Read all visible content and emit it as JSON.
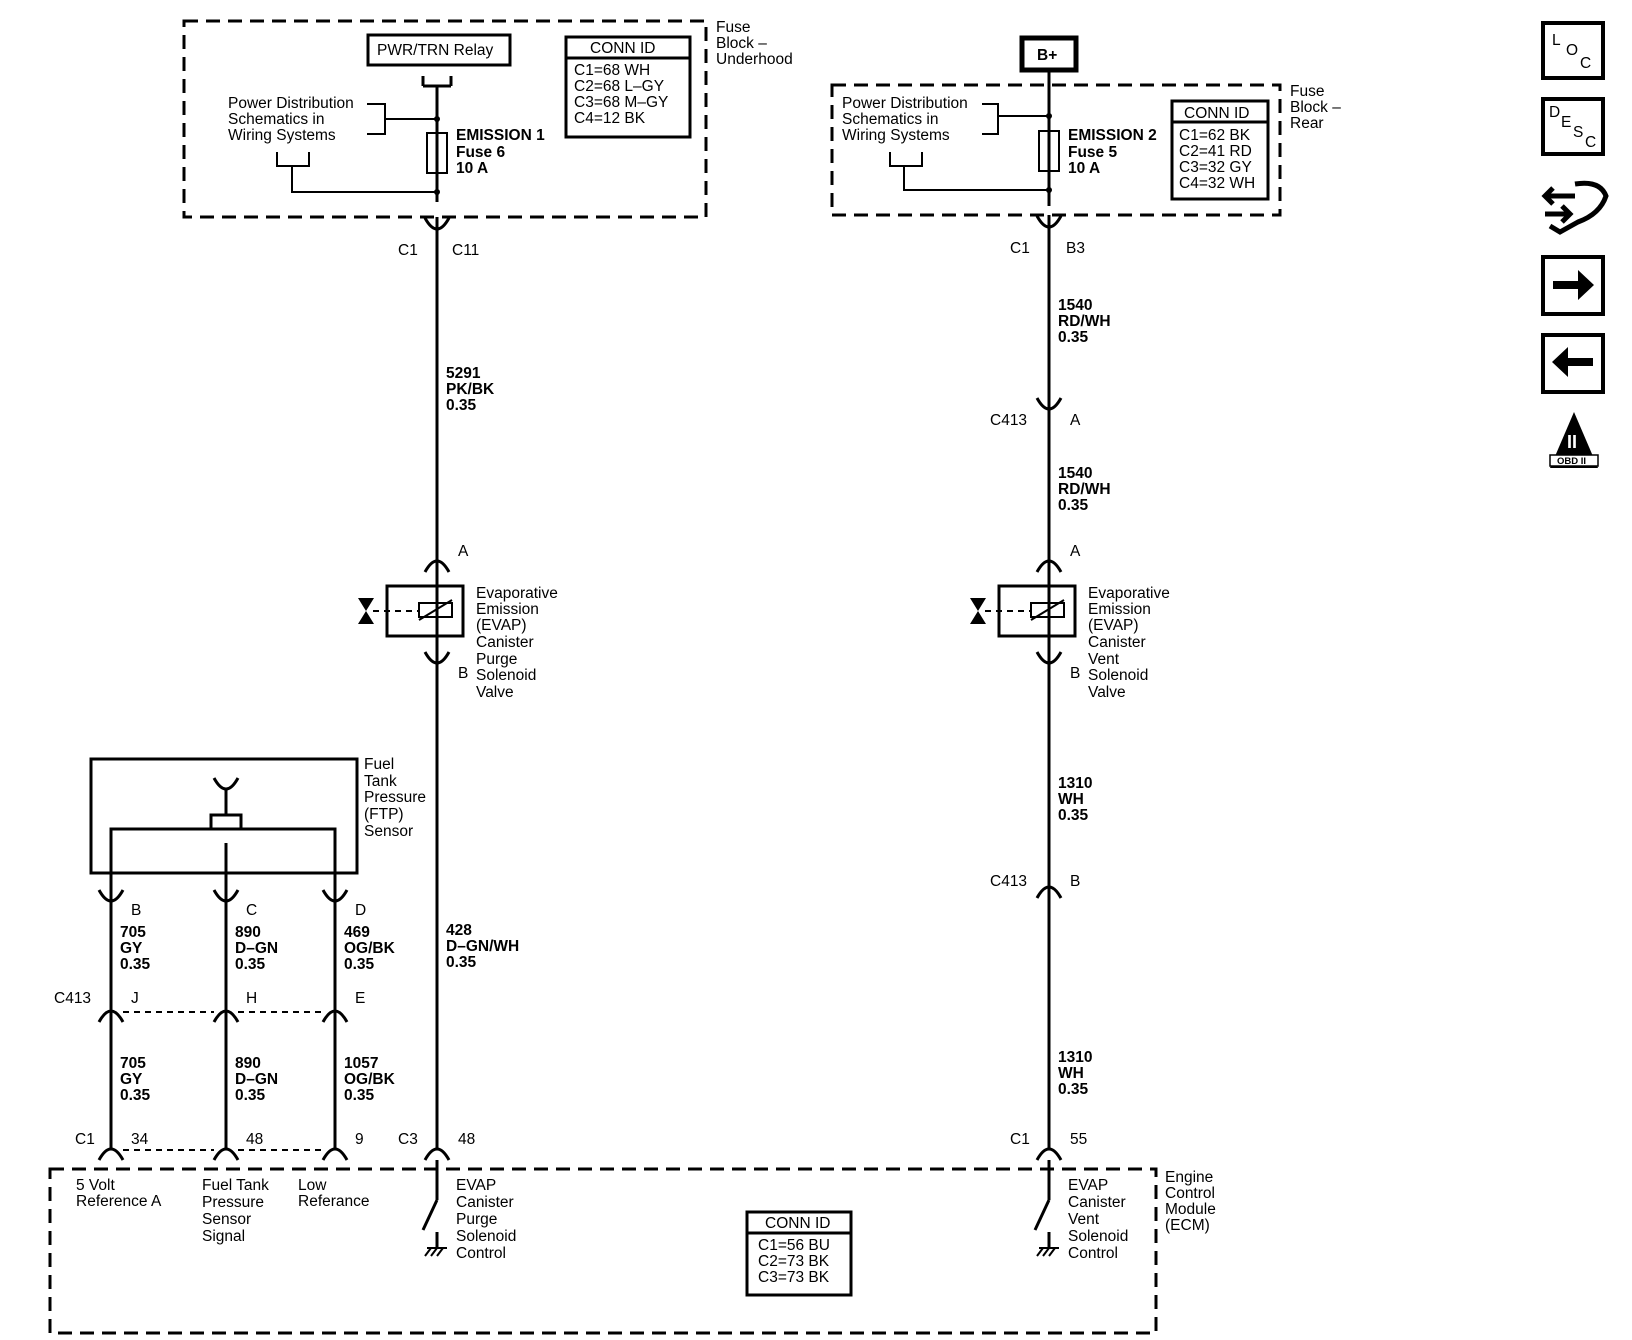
{
  "fuse_block_underhood": {
    "title_lines": [
      "Fuse",
      "Block –",
      "Underhood"
    ],
    "relay": "PWR/TRN Relay",
    "pd_ref_lines": [
      "Power Distribution",
      "Schematics in",
      "Wiring Systems"
    ],
    "fuse_lines": [
      "EMISSION 1",
      "Fuse 6",
      "10 A"
    ],
    "conn_title": "CONN ID",
    "conn_lines": [
      "C1=68 WH",
      "C2=68 L–GY",
      "C3=68 M–GY",
      "C4=12 BK"
    ]
  },
  "fuse_block_rear": {
    "title_lines": [
      "Fuse",
      "Block –",
      "Rear"
    ],
    "battery": "B+",
    "pd_ref_lines": [
      "Power Distribution",
      "Schematics in",
      "Wiring Systems"
    ],
    "fuse_lines": [
      "EMISSION 2",
      "Fuse 5",
      "10 A"
    ],
    "conn_title": "CONN ID",
    "conn_lines": [
      "C1=62 BK",
      "C2=41 RD",
      "C3=32 GY",
      "C4=32 WH"
    ]
  },
  "left_circuit": {
    "fb_conn": "C1",
    "fb_pin": "C11",
    "wire1_lines": [
      "5291",
      "PK/BK",
      "0.35"
    ],
    "sol_pin_a": "A",
    "sol_pin_b": "B",
    "solenoid_lines": [
      "Evaporative",
      "Emission",
      "(EVAP)",
      "Canister",
      "Purge",
      "Solenoid",
      "Valve"
    ],
    "wire2_lines": [
      "428",
      "D–GN/WH",
      "0.35"
    ],
    "ecm_conn": "C3",
    "ecm_pin": "48"
  },
  "right_circuit": {
    "fb_conn": "C1",
    "fb_pin": "B3",
    "wire1_lines": [
      "1540",
      "RD/WH",
      "0.35"
    ],
    "c413_a_label": "C413",
    "c413_a_pin": "A",
    "wire2_lines": [
      "1540",
      "RD/WH",
      "0.35"
    ],
    "sol_pin_a": "A",
    "sol_pin_b": "B",
    "solenoid_lines": [
      "Evaporative",
      "Emission",
      "(EVAP)",
      "Canister",
      "Vent",
      "Solenoid",
      "Valve"
    ],
    "wire3_lines": [
      "1310",
      "WH",
      "0.35"
    ],
    "c413_b_label": "C413",
    "c413_b_pin": "B",
    "wire4_lines": [
      "1310",
      "WH",
      "0.35"
    ],
    "ecm_conn": "C1",
    "ecm_pin": "55"
  },
  "ftp_sensor": {
    "title_lines": [
      "Fuel",
      "Tank",
      "Pressure",
      "(FTP)",
      "Sensor"
    ],
    "pins": [
      "B",
      "C",
      "D"
    ],
    "upper_wires": [
      {
        "lines": [
          "705",
          "GY",
          "0.35"
        ]
      },
      {
        "lines": [
          "890",
          "D–GN",
          "0.35"
        ]
      },
      {
        "lines": [
          "469",
          "OG/BK",
          "0.35"
        ]
      }
    ],
    "c413_label": "C413",
    "c413_pins": [
      "J",
      "H",
      "E"
    ],
    "lower_wires": [
      {
        "lines": [
          "705",
          "GY",
          "0.35"
        ]
      },
      {
        "lines": [
          "890",
          "D–GN",
          "0.35"
        ]
      },
      {
        "lines": [
          "1057",
          "OG/BK",
          "0.35"
        ]
      }
    ],
    "ecm_conn": "C1",
    "ecm_pins": [
      "34",
      "48",
      "9"
    ]
  },
  "ecm": {
    "title_lines": [
      "Engine",
      "Control",
      "Module",
      "(ECM)"
    ],
    "five_volt_lines": [
      "5 Volt",
      "Reference A"
    ],
    "ftp_signal_lines": [
      "Fuel Tank",
      "Pressure",
      "Sensor",
      "Signal"
    ],
    "low_ref_lines": [
      "Low",
      "Referance"
    ],
    "purge_ctrl_lines": [
      "EVAP",
      "Canister",
      "Purge",
      "Solenoid",
      "Control"
    ],
    "vent_ctrl_lines": [
      "EVAP",
      "Canister",
      "Vent",
      "Solenoid",
      "Control"
    ],
    "conn_title": "CONN ID",
    "conn_lines": [
      "C1=56 BU",
      "C2=73 BK",
      "C3=73 BK"
    ]
  },
  "side_icons": {
    "loc": [
      "L",
      "O",
      "C"
    ],
    "desc": [
      "D",
      "E",
      "S",
      "C"
    ],
    "obd": [
      "II",
      "OBD II"
    ]
  }
}
